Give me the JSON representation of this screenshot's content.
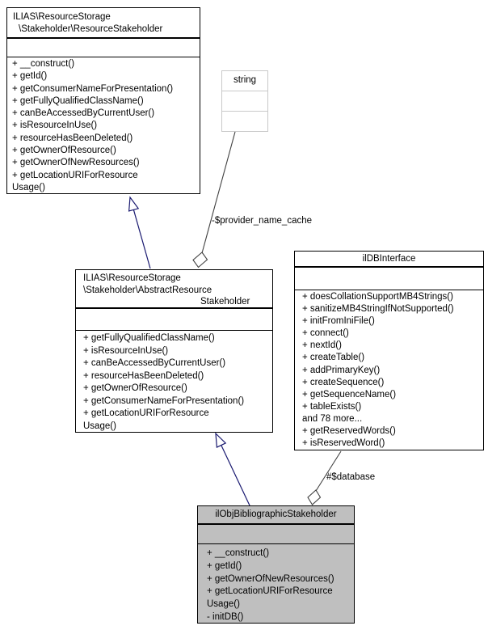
{
  "colors": {
    "inheritance_edge": "#191970",
    "aggregation_edge": "#404040",
    "node_border": "#000000",
    "builtin_node_border": "#c9c9c9",
    "node_fill": "#ffffff",
    "highlight_node_fill": "#bfbfbf"
  },
  "classes": [
    {
      "name": "ILIAS\\ResourceStorage\\Stakeholder\\ResourceStakeholder",
      "title_lines": [
        "ILIAS\\ResourceStorage",
        "\\Stakeholder\\ResourceStakeholder"
      ],
      "attributes": [],
      "methods": [
        "+ __construct()",
        "+ getId()",
        "+ getConsumerNameForPresentation()",
        "+ getFullyQualifiedClassName()",
        "+ canBeAccessedByCurrentUser()",
        "+ isResourceInUse()",
        "+ resourceHasBeenDeleted()",
        "+ getOwnerOfResource()",
        "+ getOwnerOfNewResources()",
        "+ getLocationURIForResource",
        "Usage()"
      ]
    },
    {
      "name": "string",
      "title_lines": [
        "string"
      ],
      "attributes": [],
      "methods": []
    },
    {
      "name": "ILIAS\\ResourceStorage\\Stakeholder\\AbstractResourceStakeholder",
      "title_lines": [
        "ILIAS\\ResourceStorage",
        "\\Stakeholder\\AbstractResource",
        "Stakeholder"
      ],
      "attributes": [],
      "methods": [
        "+ getFullyQualifiedClassName()",
        "+ isResourceInUse()",
        "+ canBeAccessedByCurrentUser()",
        "+ resourceHasBeenDeleted()",
        "+ getOwnerOfResource()",
        "+ getConsumerNameForPresentation()",
        "+ getLocationURIForResource",
        "Usage()"
      ]
    },
    {
      "name": "ilDBInterface",
      "title_lines": [
        "ilDBInterface"
      ],
      "attributes": [],
      "methods": [
        "+ doesCollationSupportMB4Strings()",
        "+ sanitizeMB4StringIfNotSupported()",
        "+ initFromIniFile()",
        "+ connect()",
        "+ nextId()",
        "+ createTable()",
        "+ addPrimaryKey()",
        "+ createSequence()",
        "+ getSequenceName()",
        "+ tableExists()",
        "and 78 more...",
        "+ getReservedWords()",
        "+ isReservedWord()"
      ]
    },
    {
      "name": "ilObjBibliographicStakeholder",
      "title_lines": [
        "ilObjBibliographicStakeholder"
      ],
      "attributes": [],
      "methods": [
        "+ __construct()",
        "+ getId()",
        "+ getOwnerOfNewResources()",
        "+ getLocationURIForResource",
        "Usage()",
        "- initDB()"
      ]
    }
  ],
  "edges": [
    {
      "type": "inheritance",
      "from": "ILIAS\\ResourceStorage\\Stakeholder\\AbstractResourceStakeholder",
      "to": "ILIAS\\ResourceStorage\\Stakeholder\\ResourceStakeholder",
      "label": ""
    },
    {
      "type": "inheritance",
      "from": "ilObjBibliographicStakeholder",
      "to": "ILIAS\\ResourceStorage\\Stakeholder\\AbstractResourceStakeholder",
      "label": ""
    },
    {
      "type": "aggregation",
      "from": "string",
      "to": "ILIAS\\ResourceStorage\\Stakeholder\\AbstractResourceStakeholder",
      "label": "-$provider_name_cache"
    },
    {
      "type": "aggregation",
      "from": "ilDBInterface",
      "to": "ilObjBibliographicStakeholder",
      "label": "#$database"
    }
  ]
}
